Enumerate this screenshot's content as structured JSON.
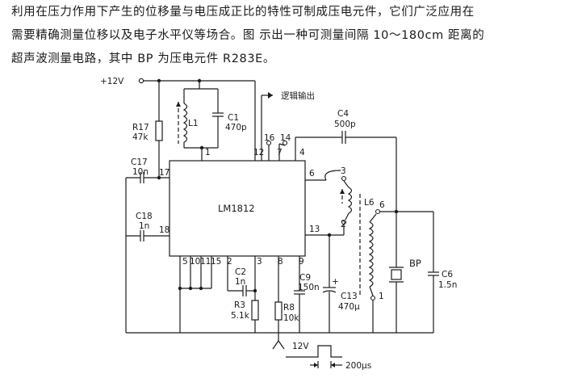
{
  "intro": {
    "line1": "利用在压力作用下产生的位移量与电压成正比的特性可制成压电元件，它们广泛应用在",
    "line2": "需要精确测量位移以及电子水平仪等场合。图      示出一种可测量间隔 10～180cm 距离的",
    "line3": "超声波测量电路，其中 BP 为压电元件 R283E。"
  },
  "circuit": {
    "ic": "LM1812",
    "supply": "+12V",
    "logic_out": "逻辑输出",
    "pulse_level": "12V",
    "pulse_width": "200μs",
    "pins": {
      "p1": "1",
      "p2": "2",
      "p3": "3",
      "p4": "4",
      "p5": "5",
      "p6": "6",
      "p7": "7",
      "p8": "8",
      "p9": "9",
      "p10": "10",
      "p11": "11",
      "p12": "12",
      "p13": "13",
      "p14": "14",
      "p15": "15",
      "p16": "16",
      "p17": "17",
      "p18": "18"
    },
    "l6_terms": {
      "t1": "1",
      "t2": "2",
      "t3": "3",
      "t6": "6"
    },
    "components": {
      "L1": {
        "name": "L1"
      },
      "C1": {
        "name": "C1",
        "value": "470p"
      },
      "R17": {
        "name": "R17",
        "value": "47k"
      },
      "C17": {
        "name": "C17",
        "value": "10n"
      },
      "C18": {
        "name": "C18",
        "value": "1n"
      },
      "C2": {
        "name": "C2",
        "value": "1n"
      },
      "R3": {
        "name": "R3",
        "value": "5.1k"
      },
      "R8": {
        "name": "R8",
        "value": "10k"
      },
      "C9": {
        "name": "C9",
        "value": "150n"
      },
      "C13": {
        "name": "C13",
        "value": "470μ"
      },
      "C4": {
        "name": "C4",
        "value": "500p"
      },
      "L6": {
        "name": "L6"
      },
      "BP": {
        "name": "BP"
      },
      "C6": {
        "name": "C6",
        "value": "1.5n"
      }
    }
  }
}
